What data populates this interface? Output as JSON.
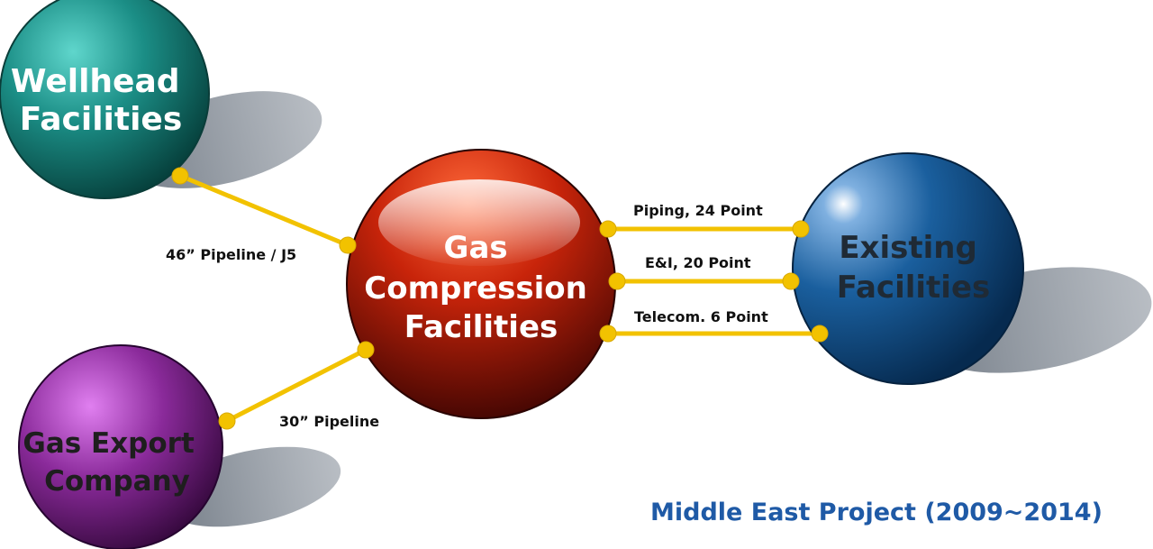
{
  "nodes": {
    "wellhead": {
      "lines": [
        "Wellhead",
        "Facilities"
      ],
      "color": "#1b8e86",
      "text_color": "#ffffff"
    },
    "gas_compression": {
      "lines": [
        "Gas",
        "Compression",
        "Facilities"
      ],
      "color": "#c8240a",
      "text_color": "#ffffff"
    },
    "existing": {
      "lines": [
        "Existing",
        "Facilities"
      ],
      "color": "#1a5f9e",
      "text_color": "#1f2a35"
    },
    "gas_export": {
      "lines": [
        "Gas Export",
        "Company"
      ],
      "color": "#8a2a9a",
      "text_color": "#1e1e1e"
    }
  },
  "connections": [
    {
      "from": "Wellhead Facilities",
      "to": "Gas Compression Facilities",
      "label": "46” Pipeline / J5"
    },
    {
      "from": "Gas Export Company",
      "to": "Gas Compression Facilities",
      "label": "30” Pipeline"
    },
    {
      "from": "Gas Compression Facilities",
      "to": "Existing Facilities",
      "label": "Piping, 24 Point"
    },
    {
      "from": "Gas Compression Facilities",
      "to": "Existing Facilities",
      "label": "E&I,  20 Point"
    },
    {
      "from": "Gas Compression Facilities",
      "to": "Existing Facilities",
      "label": "Telecom. 6 Point"
    }
  ],
  "footer": {
    "text": "Middle East Project (2009~2014)",
    "color": "#1f5aa6"
  },
  "colors": {
    "connector": "#f2c200",
    "shadow": "#8e96a0"
  }
}
